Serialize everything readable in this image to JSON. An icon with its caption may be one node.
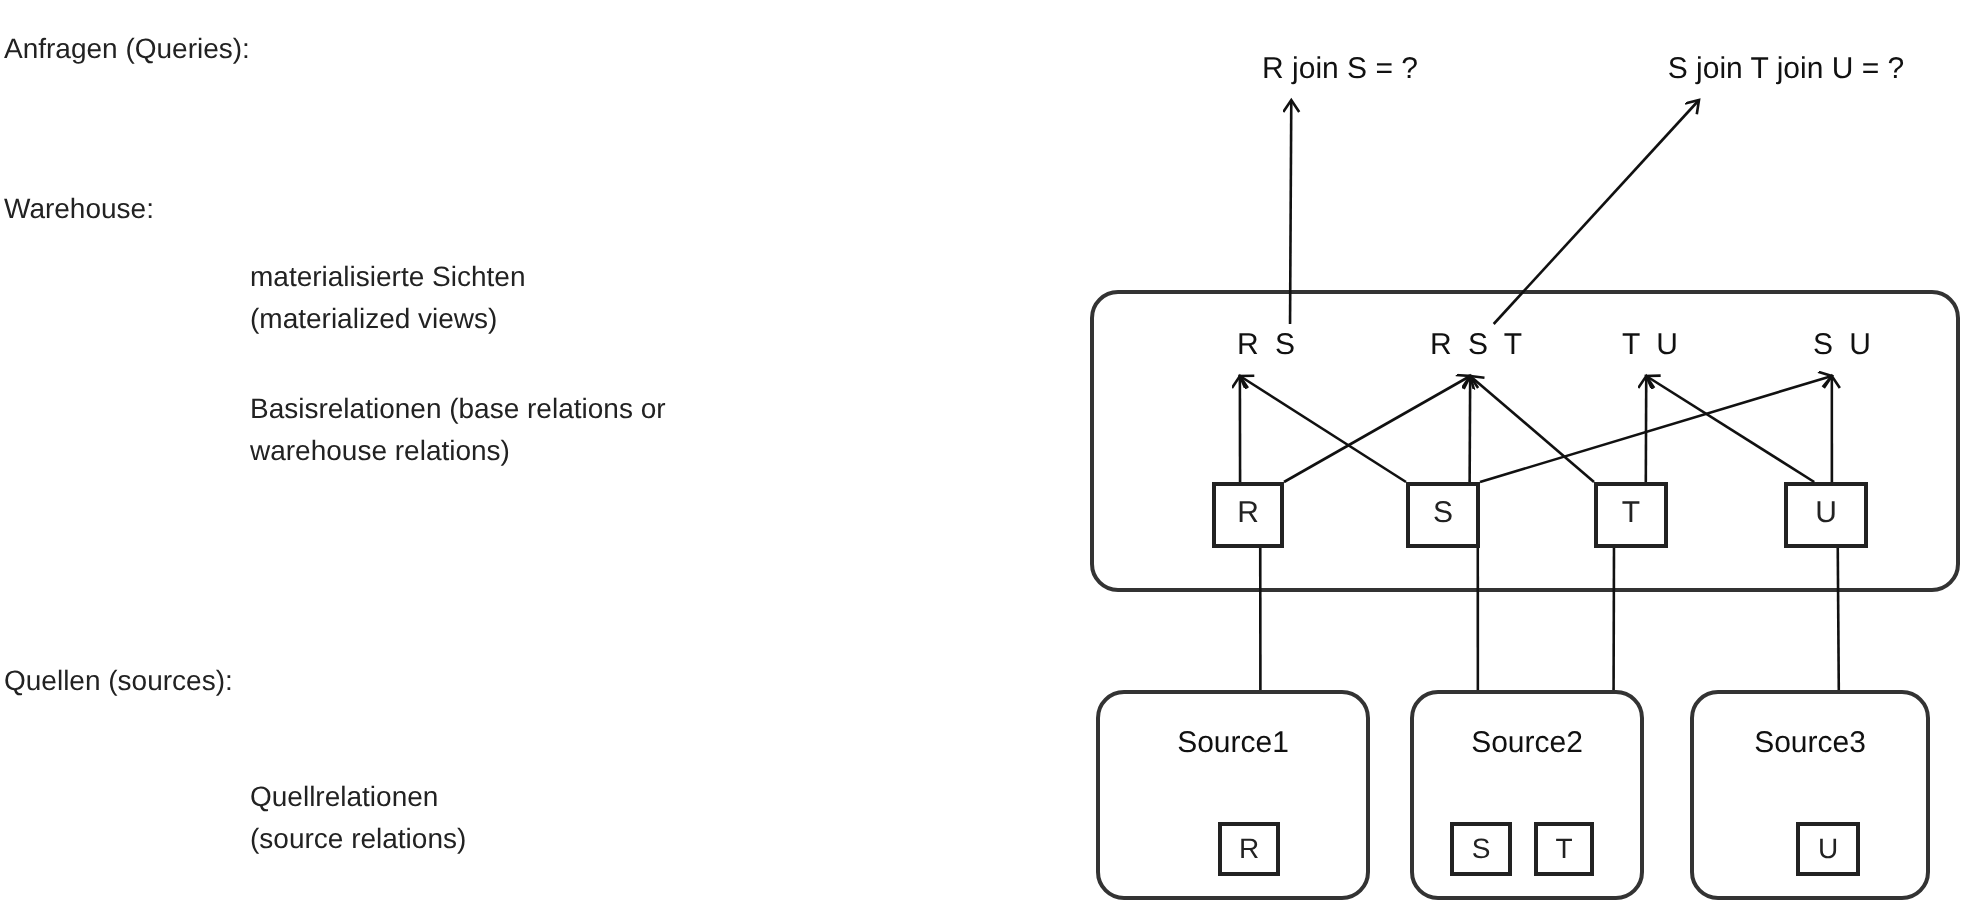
{
  "diagram": {
    "nodes": [
      {
        "text": [
          "R join S = ?"
        ]
      },
      {
        "text": [
          "S join T join U = ?"
        ]
      },
      {
        "text": [],
        "shape": "box"
      },
      {
        "text": [
          "R S"
        ],
        "in": 2
      },
      {
        "text": [
          "R S T"
        ],
        "in": 2
      },
      {
        "text": [
          "T U"
        ],
        "in": 2
      },
      {
        "text": [
          "S U"
        ],
        "in": 2
      },
      {
        "text": [
          "R"
        ],
        "in": 2
      },
      {
        "text": [
          "S"
        ],
        "in": 2
      },
      {
        "text": [
          "T"
        ],
        "in": 2
      },
      {
        "text": [
          "U"
        ],
        "in": 2
      },
      {
        "text": [
          "Source1"
        ]
      },
      {
        "text": [
          "R"
        ],
        "in": 11
      },
      {
        "text": [
          "Source2"
        ]
      },
      {
        "text": [
          "S"
        ],
        "in": 13
      },
      {
        "text": [
          "T"
        ],
        "in": 13
      },
      {
        "text": [
          "Source3"
        ]
      },
      {
        "text": [
          "U"
        ],
        "in": 16
      }
    ],
    "edges": [
      {
        "from": 3,
        "to": 0,
        "arrow": "to"
      },
      {
        "from": 4,
        "to": 1,
        "arrow": "to"
      },
      {
        "from": 7,
        "to": 3,
        "arrow": "to"
      },
      {
        "from": 8,
        "to": 3,
        "arrow": "to"
      },
      {
        "from": 7,
        "to": 4,
        "arrow": "to"
      },
      {
        "from": 8,
        "to": 4,
        "arrow": "to"
      },
      {
        "from": 9,
        "to": 4,
        "arrow": "to"
      },
      {
        "from": 9,
        "to": 5,
        "arrow": "to"
      },
      {
        "from": 10,
        "to": 5,
        "arrow": "to"
      },
      {
        "from": 8,
        "to": 6,
        "arrow": "to"
      },
      {
        "from": 10,
        "to": 6,
        "arrow": "to"
      },
      {
        "from": 7,
        "to": 11,
        "arrow": "none"
      },
      {
        "from": 8,
        "to": 13,
        "arrow": "none"
      },
      {
        "from": 9,
        "to": 13,
        "arrow": "none"
      },
      {
        "from": 10,
        "to": 16,
        "arrow": "none"
      }
    ],
    "labels": [
      "Anfragen (Queries):",
      "Warehouse:",
      "materialisierte Sichten (materialized views)",
      "Basisrelationen (base relations or warehouse relations)",
      "Quellen (sources):",
      "Quellrelationen (source relations)"
    ]
  }
}
